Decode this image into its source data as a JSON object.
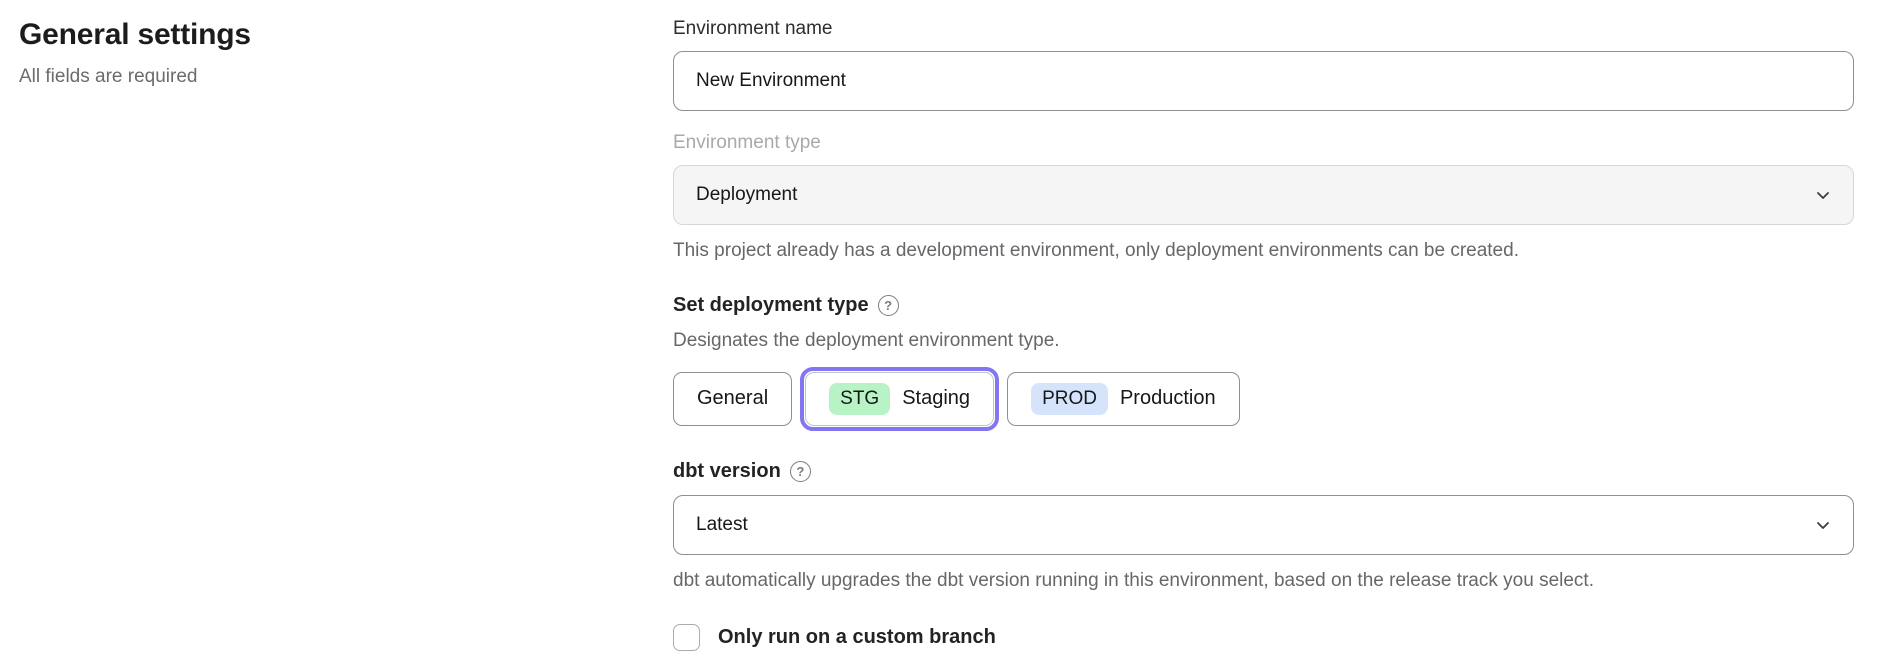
{
  "page": {
    "heading": "General settings",
    "subheading": "All fields are required"
  },
  "form": {
    "environment_name": {
      "label": "Environment name",
      "value": "New Environment"
    },
    "environment_type": {
      "label": "Environment type",
      "value": "Deployment",
      "helper": "This project already has a development environment, only deployment environments can be created."
    },
    "deployment_type": {
      "label": "Set deployment type",
      "helper": "Designates the deployment environment type.",
      "options": [
        {
          "label": "General",
          "badge": "",
          "selected": false
        },
        {
          "label": "Staging",
          "badge": "STG",
          "selected": true
        },
        {
          "label": "Production",
          "badge": "PROD",
          "selected": false
        }
      ]
    },
    "dbt_version": {
      "label": "dbt version",
      "value": "Latest",
      "helper": "dbt automatically upgrades the dbt version running in this environment, based on the release track you select."
    },
    "custom_branch": {
      "label": "Only run on a custom branch",
      "checked": false
    }
  },
  "icons": {
    "help": "?"
  },
  "colors": {
    "accent_purple": "#8476f2",
    "badge_green_bg": "#b7f3c4",
    "badge_blue_bg": "#d6e4fb"
  }
}
